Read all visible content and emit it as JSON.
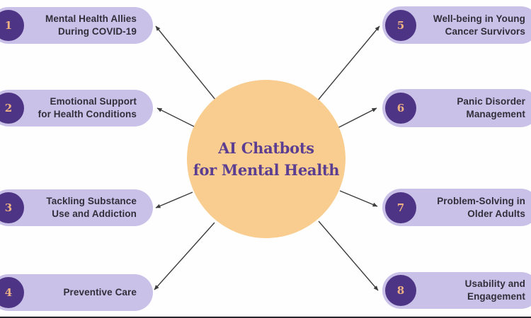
{
  "center": {
    "title_line1": "AI Chatbots",
    "title_line2": "for Mental Health"
  },
  "nodes": [
    {
      "num": "1",
      "line1": "Mental Health Allies",
      "line2": "During COVID-19",
      "side": "left"
    },
    {
      "num": "2",
      "line1": "Emotional Support",
      "line2": "for Health Conditions",
      "side": "left"
    },
    {
      "num": "3",
      "line1": "Tackling Substance",
      "line2": "Use and Addiction",
      "side": "left"
    },
    {
      "num": "4",
      "line1": "Preventive Care",
      "line2": "",
      "side": "left"
    },
    {
      "num": "5",
      "line1": "Well-being in Young",
      "line2": "Cancer Survivors",
      "side": "right"
    },
    {
      "num": "6",
      "line1": "Panic Disorder",
      "line2": "Management",
      "side": "right"
    },
    {
      "num": "7",
      "line1": "Problem-Solving in",
      "line2": "Older Adults",
      "side": "right"
    },
    {
      "num": "8",
      "line1": "Usability and",
      "line2": "Engagement",
      "side": "right"
    }
  ],
  "colors": {
    "pill_background": "#cac1e9",
    "number_circle": "#4e3484",
    "number_text": "#edb183",
    "center_circle": "#f8cd8f",
    "center_title": "#5b3e92",
    "pill_text": "#302f3a",
    "arrow": "#3d3d3d"
  }
}
